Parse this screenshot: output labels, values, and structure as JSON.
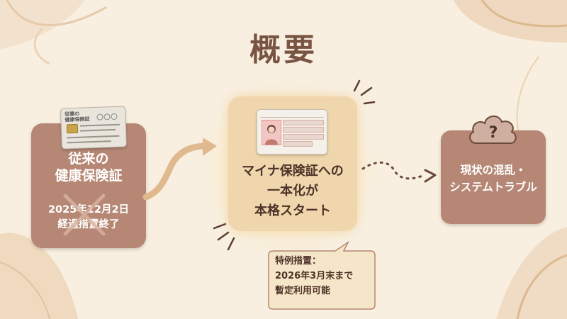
{
  "slide": {
    "title": "概要",
    "left_box": {
      "line1": "従来の",
      "line2": "健康保険証",
      "date_line1": "2025年12月2日",
      "date_line2": "経過措置終了",
      "card_label_line1": "従業の",
      "card_label_line2": "健康保険証"
    },
    "center_box": {
      "line1": "マイナ保険証への",
      "line2": "一本化が",
      "line3": "本格スタート"
    },
    "right_box": {
      "line1": "現状の混乱・",
      "line2": "システムトラブル",
      "cloud_symbol": "?"
    },
    "callout": {
      "line1": "特例措置：",
      "line2": "2026年3月末まで",
      "line3": "暫定利用可能"
    }
  },
  "colors": {
    "background": "#f8efe0",
    "box_brown": "#b58774",
    "title_brown": "#7a5443",
    "center_fill": "#f0d6ac",
    "arrow_tan": "#e0b98f"
  }
}
